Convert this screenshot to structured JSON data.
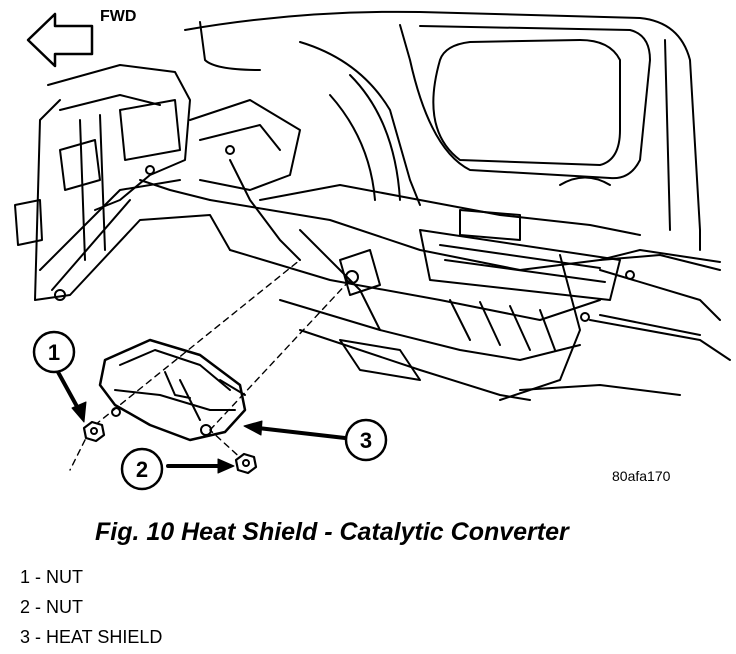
{
  "direction_label": "FWD",
  "figure_code": "80afa170",
  "caption": "Fig. 10 Heat Shield - Catalytic Converter",
  "callouts": [
    {
      "number": "1"
    },
    {
      "number": "2"
    },
    {
      "number": "3"
    }
  ],
  "legend": [
    "1 - NUT",
    "2 - NUT",
    "3 - HEAT SHIELD"
  ]
}
